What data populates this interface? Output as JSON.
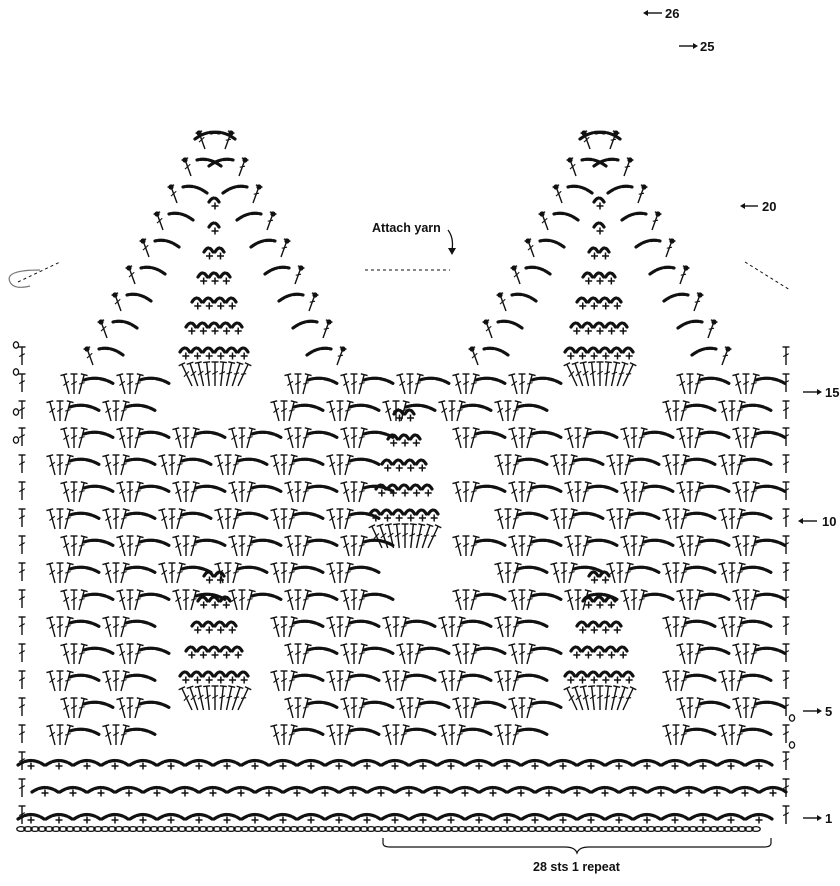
{
  "diagram": {
    "ink_color": "#111111",
    "background_color": "#ffffff",
    "row_markers": [
      "1",
      "5",
      "10",
      "15",
      "20",
      "25",
      "26"
    ],
    "attach_label": "Attach yarn",
    "repeat_label": "28 sts 1 repeat"
  }
}
